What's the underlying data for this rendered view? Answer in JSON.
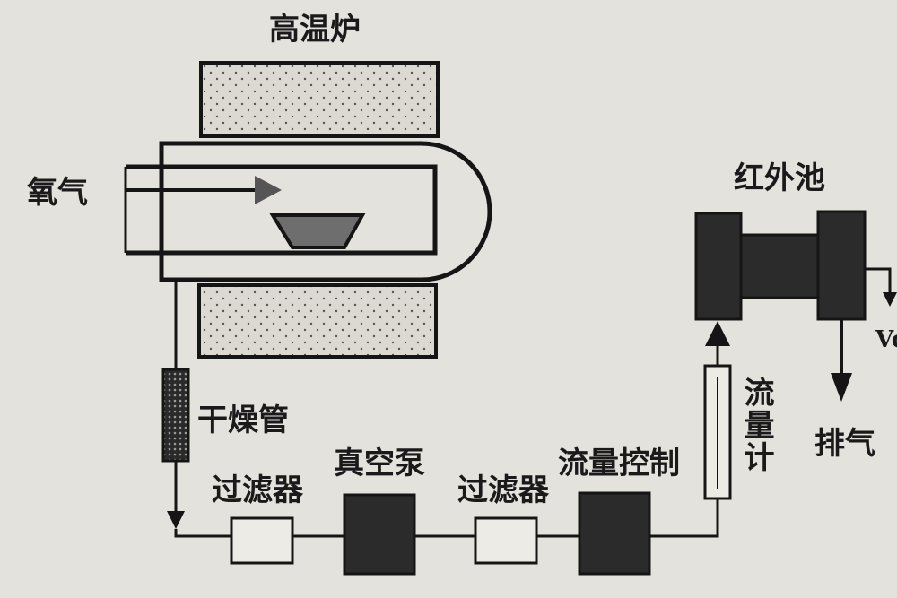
{
  "labels": {
    "furnace": "高温炉",
    "oxygen": "氧气",
    "infrared_cell": "红外池",
    "drying_tube": "干燥管",
    "filter_1": "过滤器",
    "vacuum_pump": "真空泵",
    "filter_2": "过滤器",
    "flow_control": "流量控制",
    "flowmeter": "流量计",
    "exhaust": "排气",
    "vo": "Vo"
  },
  "colors": {
    "background": "#e4e2dd",
    "line": "#151515",
    "dark_block": "#2b2b2b",
    "furnace_fill": "#d9d6cf",
    "boat": "#6e6e6e"
  }
}
